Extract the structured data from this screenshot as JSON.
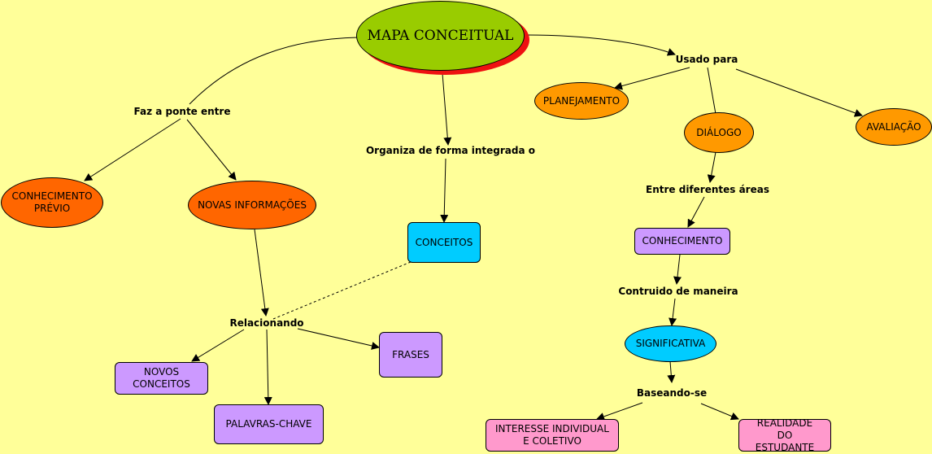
{
  "diagram": {
    "title": "MAPA CONCEITUAL",
    "nodes": {
      "conhecimento_previo": "CONHECIMENTO PRÉVIO",
      "novas_informacoes": "NOVAS INFORMAÇÕES",
      "conceitos": "CONCEITOS",
      "novos_conceitos": "NOVOS CONCEITOS",
      "frases": "FRASES",
      "palavras_chave": "PALAVRAS-CHAVE",
      "planejamento": "PLANEJAMENTO",
      "dialogo": "DIÁLOGO",
      "avaliacao": "AVALIAÇÃO",
      "conhecimento": "CONHECIMENTO",
      "significativa": "SIGNIFICATIVA",
      "interesse": "INTERESSE INDIVIDUAL E COLETIVO",
      "realidade": "REALIDADE DO ESTUDANTE"
    },
    "linking_phrases": {
      "faz_a_ponte": "Faz a ponte entre",
      "organiza": "Organiza de forma integrada o",
      "usado_para": "Usado para",
      "relacionando": "Relacionando",
      "entre_areas": "Entre diferentes áreas",
      "construido": "Contruido de maneira",
      "baseando": "Baseando-se"
    },
    "colors": {
      "background": "#ffff99",
      "main": "#99cc00",
      "orange": "#ff9900",
      "red_orange": "#ff6600",
      "cyan": "#00ccff",
      "purple": "#cc99ff",
      "pink": "#ff99cc"
    }
  }
}
